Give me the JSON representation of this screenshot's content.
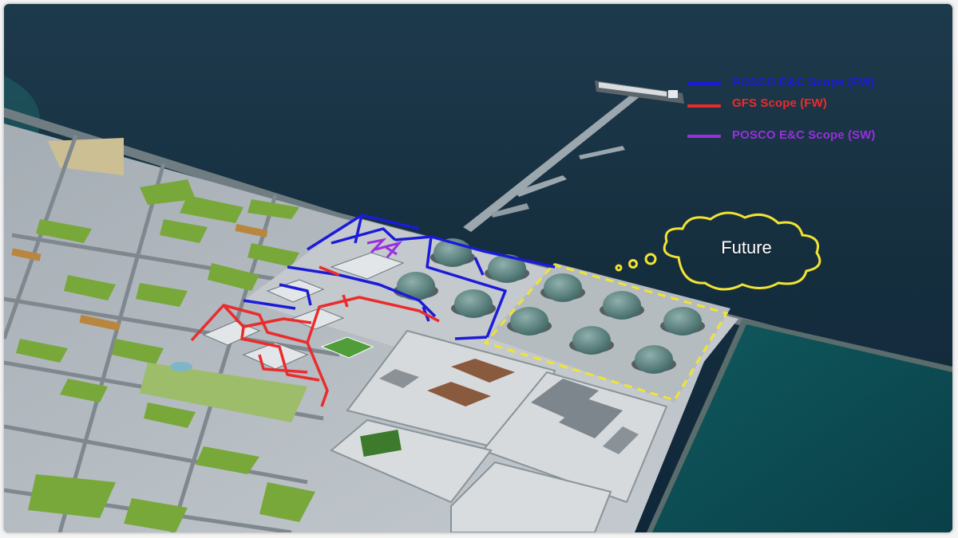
{
  "legend": [
    {
      "label": "POSCO E&C Scope (FW)",
      "color": "#1b1bd8"
    },
    {
      "label": "GFS Scope (FW)",
      "color": "#ea2c2c"
    },
    {
      "label": "POSCO E&C Scope (SW)",
      "color": "#9a2ee0"
    }
  ],
  "callout": {
    "label": "Future",
    "color": "#f2e333"
  }
}
